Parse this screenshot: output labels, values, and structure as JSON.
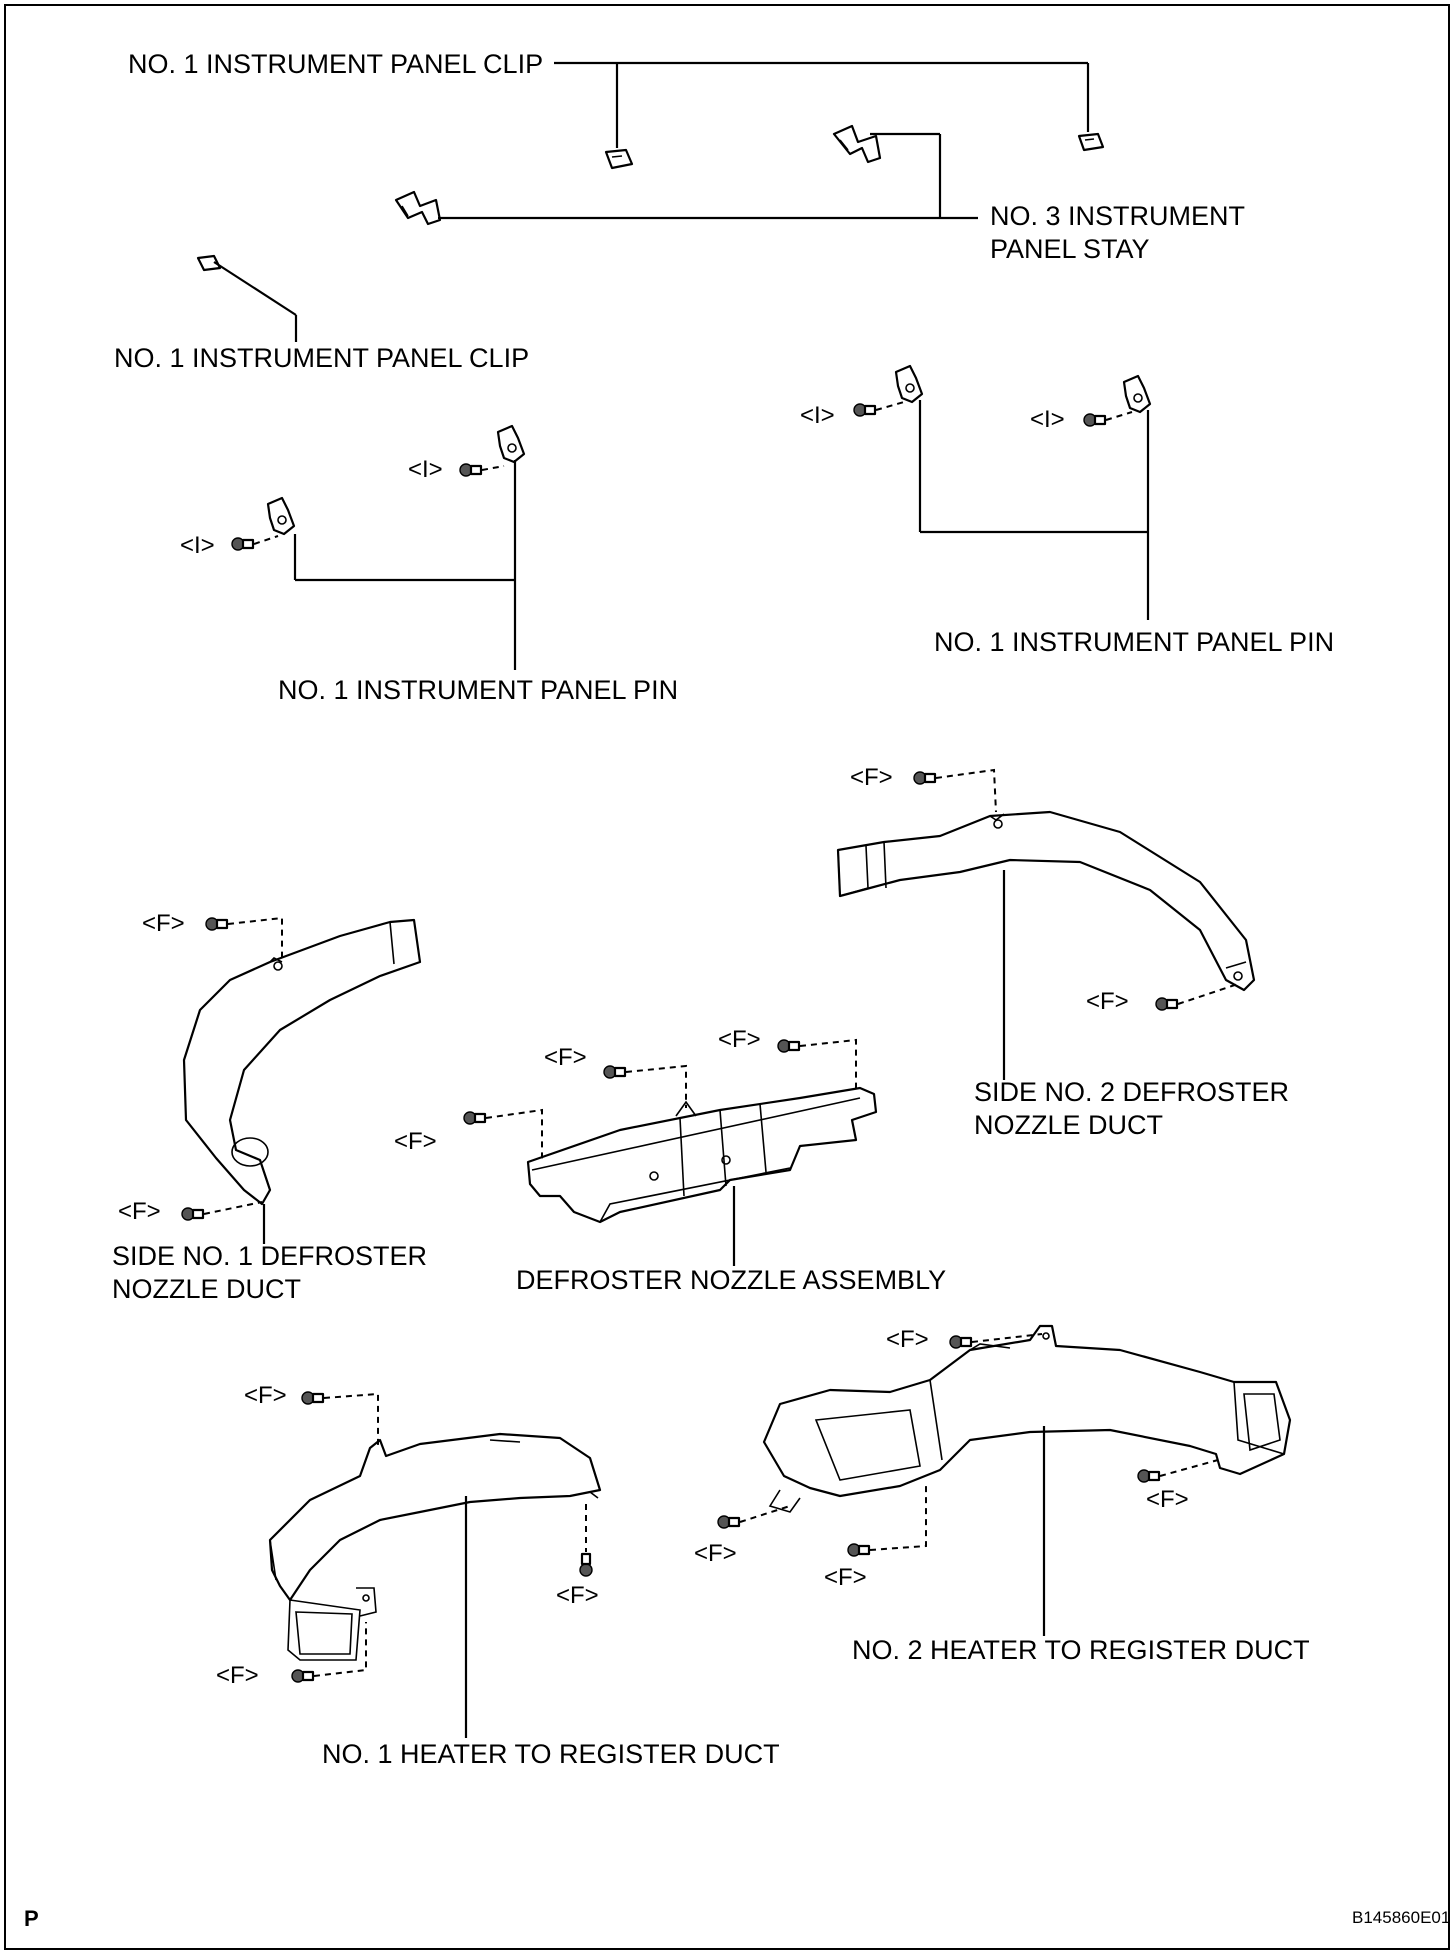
{
  "labels": {
    "clip_top": "NO. 1 INSTRUMENT PANEL CLIP",
    "stay": "NO. 3 INSTRUMENT\nPANEL STAY",
    "clip_left": "NO. 1 INSTRUMENT PANEL CLIP",
    "pin_right": "NO. 1 INSTRUMENT PANEL PIN",
    "pin_left": "NO. 1 INSTRUMENT PANEL PIN",
    "side2": "SIDE NO. 2 DEFROSTER\nNOZZLE DUCT",
    "side1": "SIDE NO. 1 DEFROSTER\nNOZZLE DUCT",
    "defroster": "DEFROSTER NOZZLE ASSEMBLY",
    "heater2": "NO. 2 HEATER TO REGISTER DUCT",
    "heater1": "NO. 1 HEATER TO REGISTER DUCT"
  },
  "tags": {
    "i": "<I>",
    "f": "<F>"
  },
  "corner": {
    "left": "P",
    "right": "B145860E01"
  }
}
